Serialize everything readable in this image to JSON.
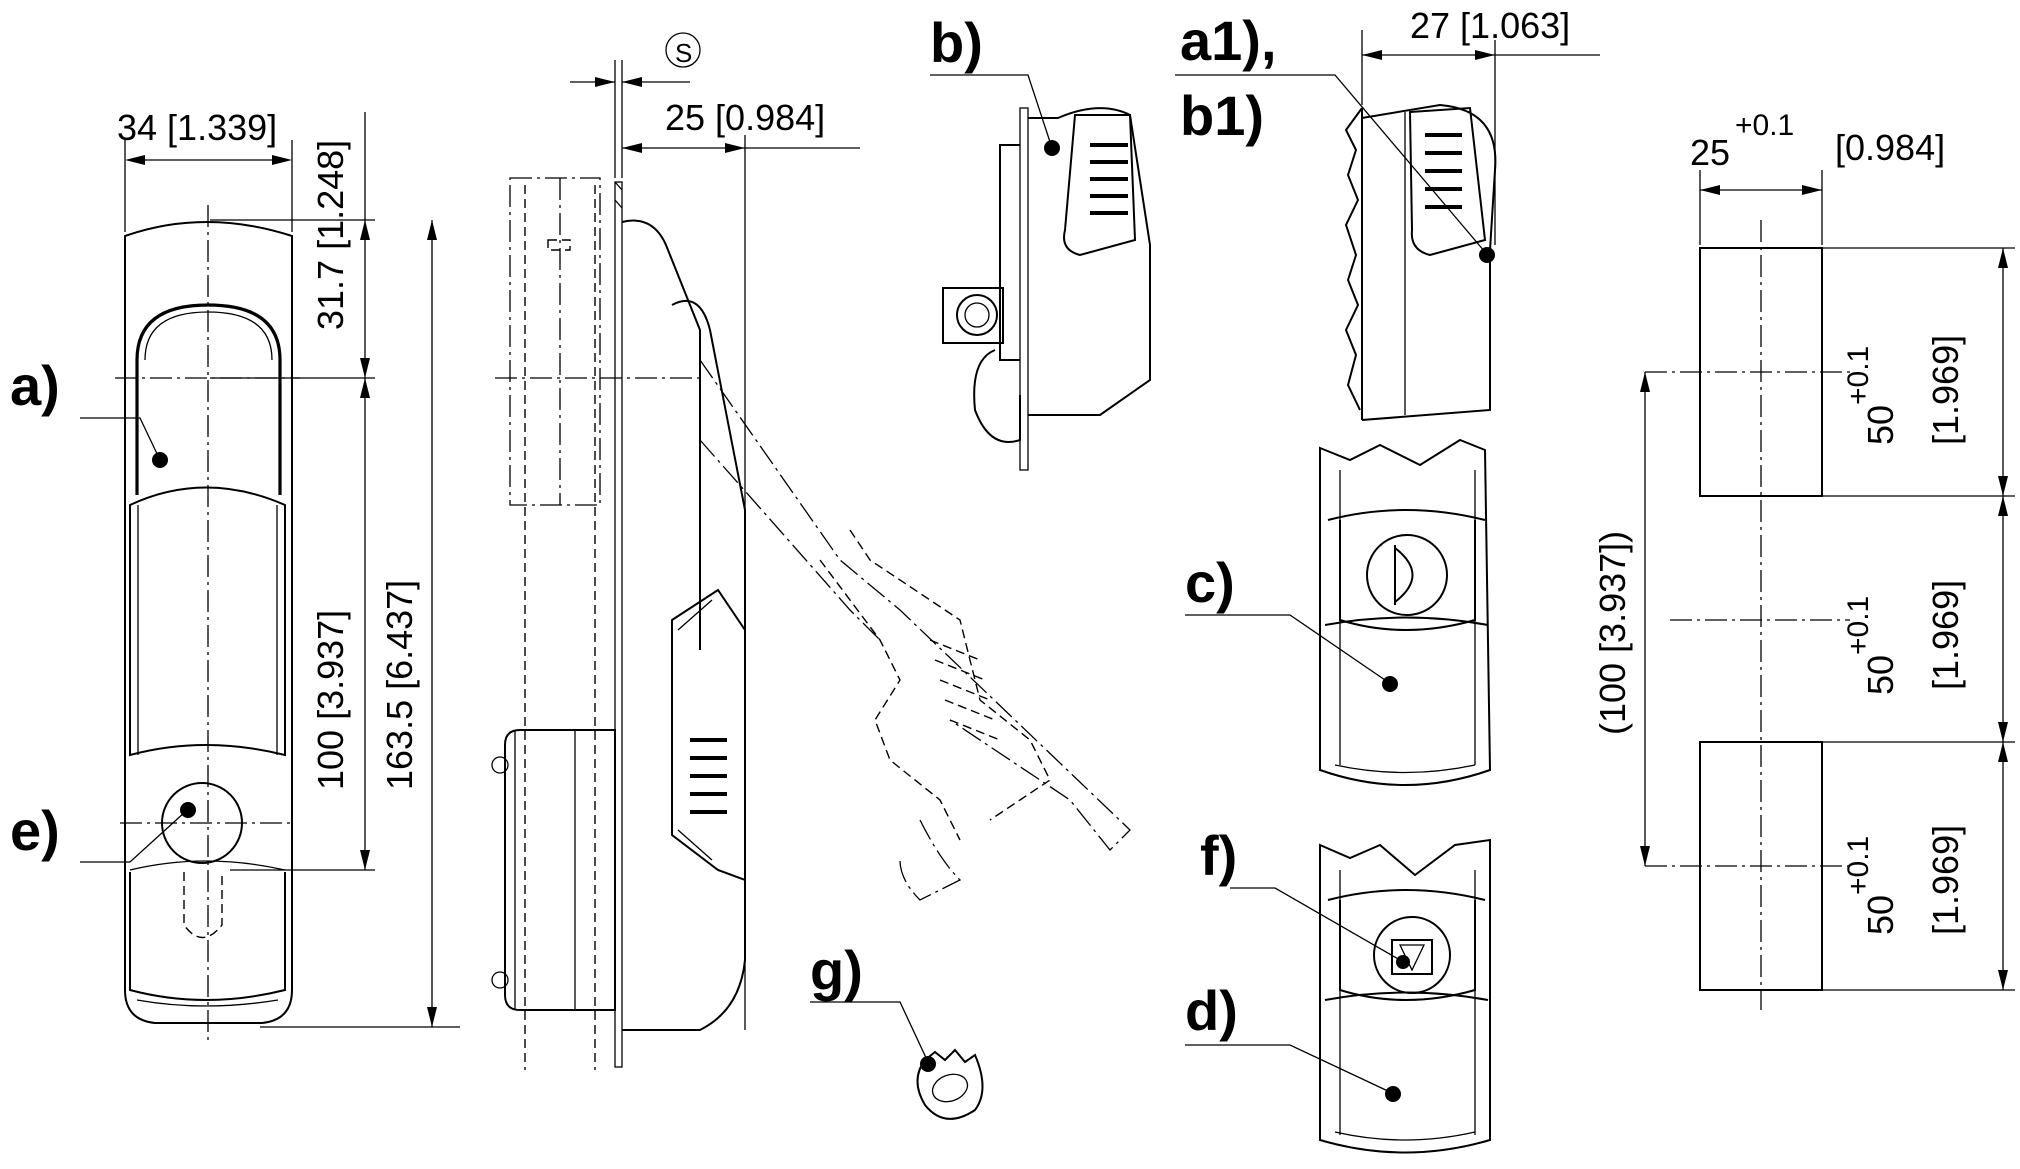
{
  "dimensions": {
    "width_34": "34 [1.339]",
    "top_31_7": "31.7 [1.248]",
    "pitch_100": "100 [3.937]",
    "length_163_5": "163.5 [6.437]",
    "panel_s": "S",
    "depth_25": "25 [0.984]",
    "depth_27": "27 [1.063]",
    "cutout_width_nominal": "25",
    "cutout_width_tol": "+0.1",
    "cutout_width_inch": "[0.984]",
    "cutout_height_nominal": "50",
    "cutout_height_tol": "+0.1",
    "cutout_height_inch": "[1.969]",
    "cutout_pitch": "(100 [3.937])"
  },
  "labels": {
    "a": "a)",
    "b": "b)",
    "a1": "a1),",
    "b1": "b1)",
    "c": "c)",
    "d": "d)",
    "e": "e)",
    "f": "f)",
    "g": "g)"
  }
}
